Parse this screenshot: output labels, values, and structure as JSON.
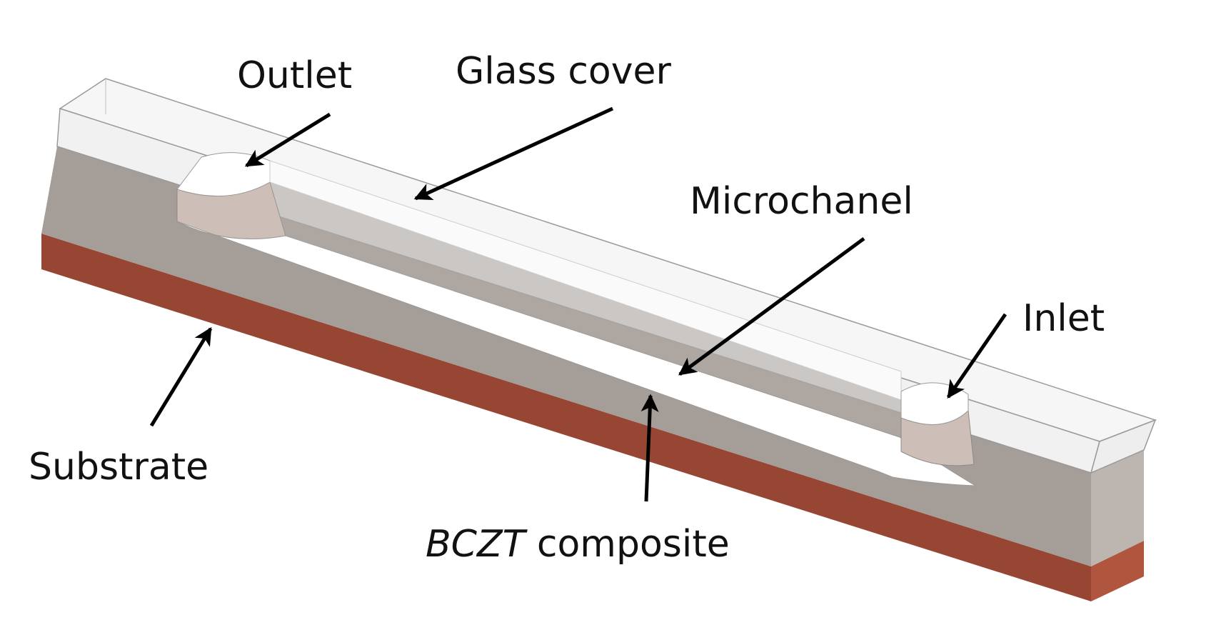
{
  "labels": {
    "outlet": "Outlet",
    "glass_cover": "Glass cover",
    "microchannel": "Microchanel",
    "inlet": "Inlet",
    "substrate": "Substrate",
    "bczt_italic": "BCZT",
    "bczt_rest": " composite"
  },
  "colors": {
    "substrate_front": "#974634",
    "substrate_end": "#b0553e",
    "bczt_front": "#a59d98",
    "bczt_end": "#bcb5b0",
    "well_wall": "#cdbfb8",
    "channel_floor": "#ffffff",
    "glass_top": "#f4f4f4",
    "glass_edge": "#9a9a9a",
    "arrow": "#000000"
  }
}
